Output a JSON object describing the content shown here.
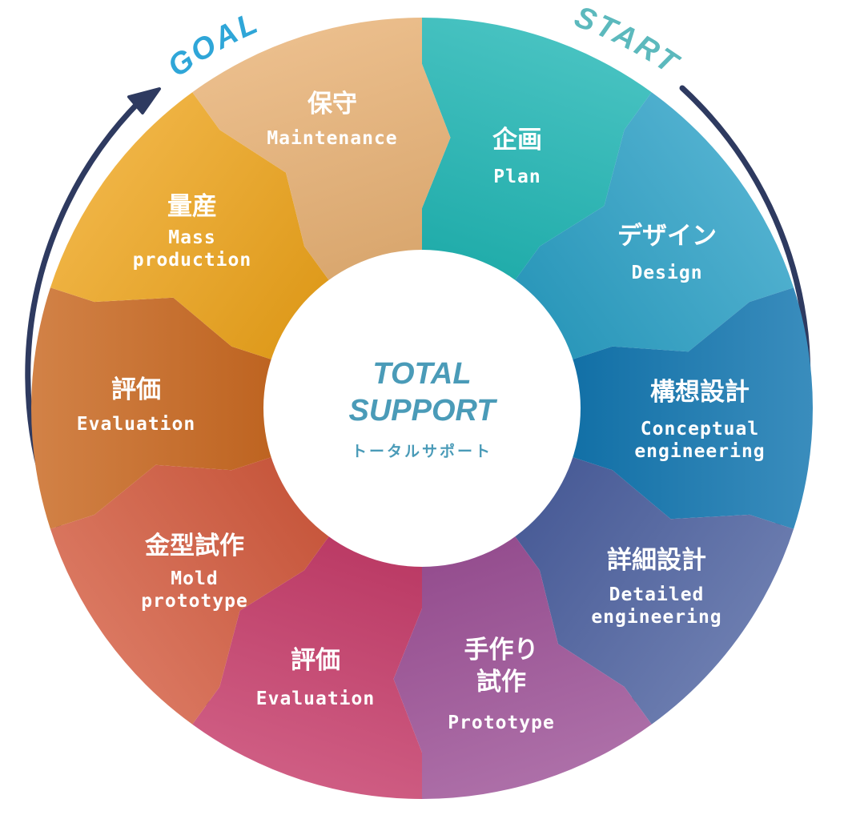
{
  "colors": {
    "cycle_arrow": "#2e3a60",
    "goal_text": "#2fa6d8",
    "start_text": "#5cb9bd",
    "center_text": "#4a9bb8",
    "segments": [
      "#1fb5b3",
      "#2a9fc4",
      "#0f74ae",
      "#4a5f9e",
      "#9b4f95",
      "#c53a68",
      "#d2593d",
      "#c8671f",
      "#eba21a",
      "#e6b073"
    ]
  },
  "labels": {
    "goal": "GOAL",
    "start": "START"
  },
  "center": {
    "title_line1": "TOTAL",
    "title_line2": "SUPPORT",
    "subtitle": "トータルサポート"
  },
  "steps": [
    {
      "jp": [
        "企画"
      ],
      "en": [
        "Plan"
      ]
    },
    {
      "jp": [
        "デザイン"
      ],
      "en": [
        "Design"
      ]
    },
    {
      "jp": [
        "構想設計"
      ],
      "en": [
        "Conceptual",
        "engineering"
      ]
    },
    {
      "jp": [
        "詳細設計"
      ],
      "en": [
        "Detailed",
        "engineering"
      ]
    },
    {
      "jp": [
        "手作り",
        "試作"
      ],
      "en": [
        "Prototype"
      ]
    },
    {
      "jp": [
        "評価"
      ],
      "en": [
        "Evaluation"
      ]
    },
    {
      "jp": [
        "金型試作"
      ],
      "en": [
        "Mold",
        "prototype"
      ]
    },
    {
      "jp": [
        "評価"
      ],
      "en": [
        "Evaluation"
      ]
    },
    {
      "jp": [
        "量産"
      ],
      "en": [
        "Mass",
        "production"
      ]
    },
    {
      "jp": [
        "保守"
      ],
      "en": [
        "Maintenance"
      ]
    }
  ]
}
